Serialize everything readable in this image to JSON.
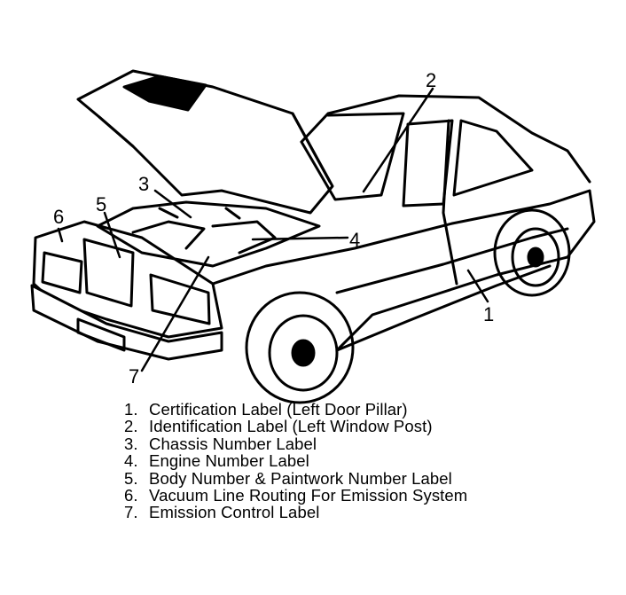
{
  "diagram": {
    "callouts": [
      {
        "id": "1",
        "text": "1"
      },
      {
        "id": "2",
        "text": "2"
      },
      {
        "id": "3",
        "text": "3"
      },
      {
        "id": "4",
        "text": "4"
      },
      {
        "id": "5",
        "text": "5"
      },
      {
        "id": "6",
        "text": "6"
      },
      {
        "id": "7",
        "text": "7"
      }
    ],
    "legend": [
      {
        "num": "1.",
        "label": "Certification Label (Left Door Pillar)"
      },
      {
        "num": "2.",
        "label": "Identification Label (Left Window Post)"
      },
      {
        "num": "3.",
        "label": "Chassis Number Label"
      },
      {
        "num": "4.",
        "label": "Engine Number Label"
      },
      {
        "num": "5.",
        "label": "Body Number & Paintwork Number Label"
      },
      {
        "num": "6.",
        "label": "Vacuum Line Routing For Emission System"
      },
      {
        "num": "7.",
        "label": "Emission Control Label"
      }
    ]
  }
}
